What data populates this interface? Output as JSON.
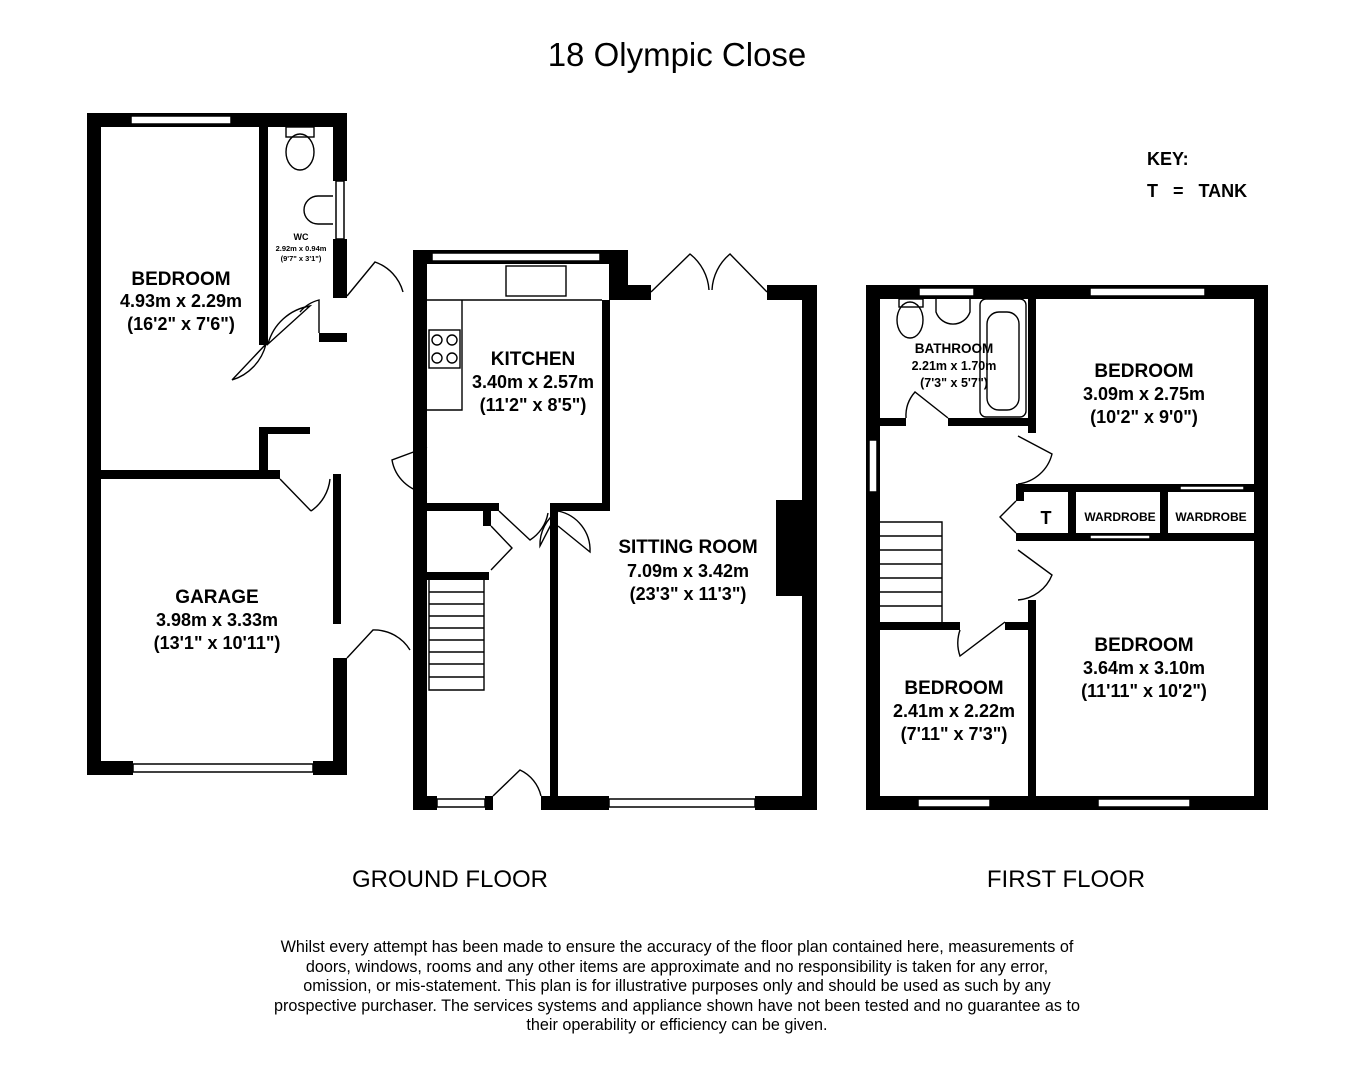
{
  "title": "18 Olympic Close",
  "key": {
    "heading": "KEY:",
    "entry": "T   =   TANK"
  },
  "floors": {
    "ground": "GROUND FLOOR",
    "first": "FIRST FLOOR"
  },
  "rooms": {
    "gf_bedroom": {
      "name": "BEDROOM",
      "metric": "4.93m x 2.29m",
      "imperial": "(16'2\" x 7'6\")"
    },
    "wc": {
      "name": "WC",
      "metric": "2.92m x 0.94m",
      "imperial": "(9'7\" x 3'1\")"
    },
    "garage": {
      "name": "GARAGE",
      "metric": "3.98m x 3.33m",
      "imperial": "(13'1\" x 10'11\")"
    },
    "kitchen": {
      "name": "KITCHEN",
      "metric": "3.40m x 2.57m",
      "imperial": "(11'2\" x 8'5\")"
    },
    "sitting": {
      "name": "SITTING ROOM",
      "metric": "7.09m x 3.42m",
      "imperial": "(23'3\" x 11'3\")"
    },
    "bathroom": {
      "name": "BATHROOM",
      "metric": "2.21m x 1.70m",
      "imperial": "(7'3\" x 5'7\")"
    },
    "ff_bedroom1": {
      "name": "BEDROOM",
      "metric": "3.09m x 2.75m",
      "imperial": "(10'2\" x 9'0\")"
    },
    "ff_bedroom2": {
      "name": "BEDROOM",
      "metric": "3.64m x 3.10m",
      "imperial": "(11'11\" x 10'2\")"
    },
    "ff_bedroom3": {
      "name": "BEDROOM",
      "metric": "2.41m x 2.22m",
      "imperial": "(7'11\" x 7'3\")"
    }
  },
  "labels": {
    "wardrobe_1": "WARDROBE",
    "wardrobe_2": "WARDROBE",
    "tank": "T"
  },
  "disclaimer": "Whilst every attempt has been made to ensure the accuracy of the floor plan contained here, measurements of doors, windows, rooms and any other items are approximate and no responsibility is taken for any error, omission, or mis-statement. This plan is for illustrative purposes only and should be used as such by any prospective purchaser. The services systems and appliance shown have not been tested and no guarantee as to their operability or efficiency can be given."
}
